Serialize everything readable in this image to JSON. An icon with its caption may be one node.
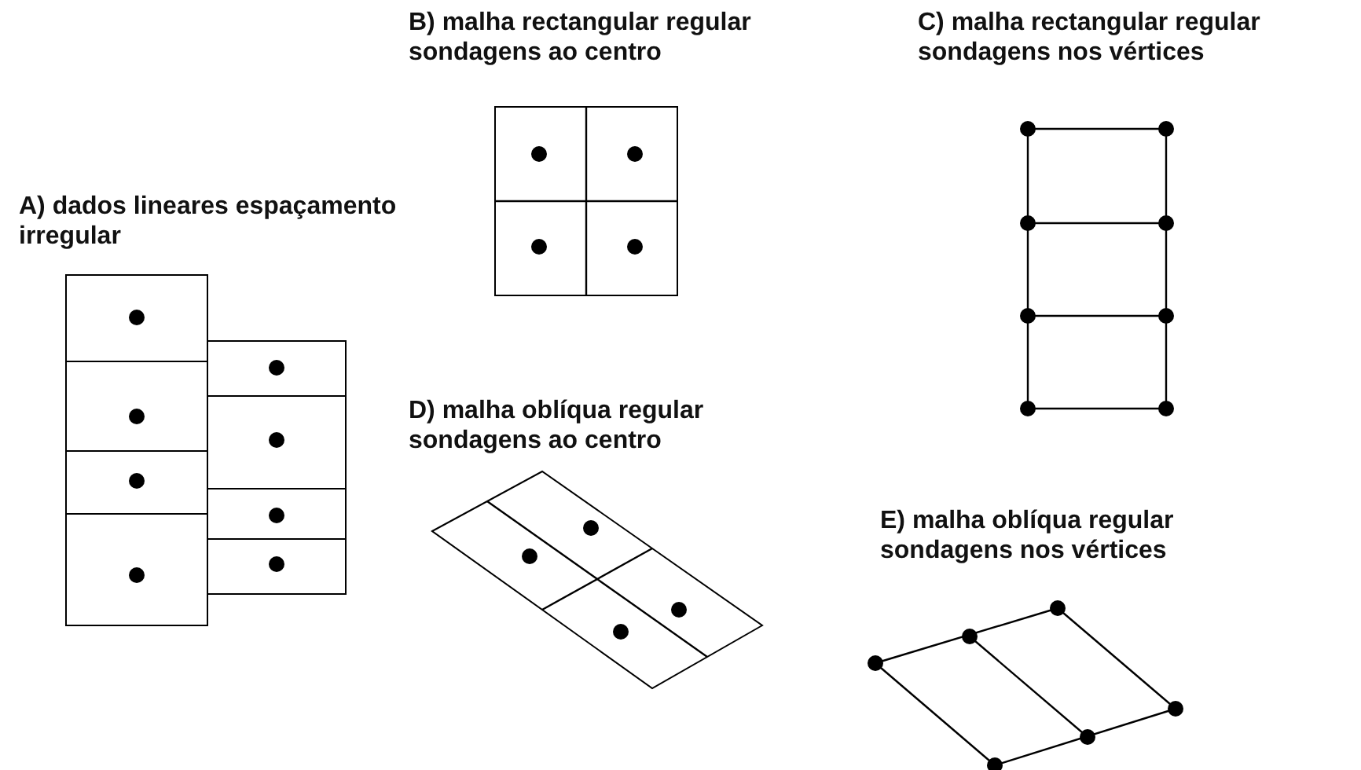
{
  "diagram": {
    "labels": [
      "B) malha rectangular regular sondagens ao centro",
      "C) malha rectangular regular sondagens nos vértices",
      "A) dados lineares espaçamento irregular",
      "D) malha oblíqua regular sondagens ao centro",
      "E) malha oblíqua regular sondagens nos vértices"
    ]
  }
}
